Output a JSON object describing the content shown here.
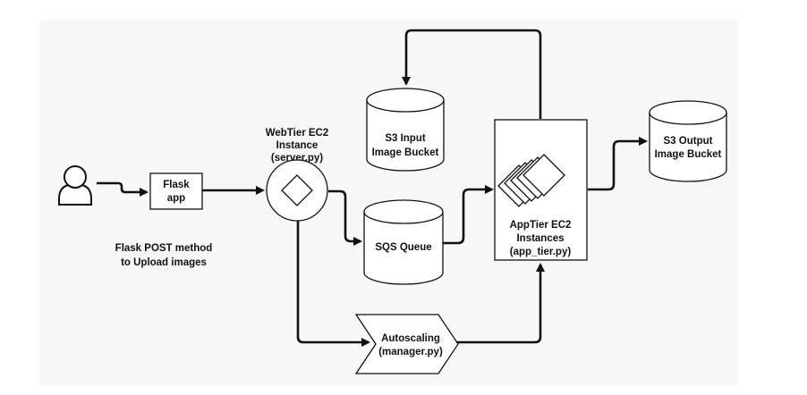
{
  "nodes": {
    "user": {
      "icon": "user-icon"
    },
    "flask_app": {
      "label_line1": "Flask",
      "label_line2": "app"
    },
    "flask_note": {
      "line1": "Flask POST method",
      "line2": "to Upload images"
    },
    "webtier": {
      "line1": "WebTier EC2",
      "line2": "Instance",
      "line3": "(server.py)"
    },
    "s3_input": {
      "line1": "S3 Input",
      "line2": "Image Bucket"
    },
    "sqs": {
      "label": "SQS Queue"
    },
    "apptier": {
      "line1": "AppTier EC2",
      "line2": "Instances",
      "line3": "(app_tier.py)"
    },
    "s3_output": {
      "line1": "S3 Output",
      "line2": "Image Bucket"
    },
    "autoscaling": {
      "line1": "Autoscaling",
      "line2": "(manager.py)"
    }
  },
  "colors": {
    "stroke": "#111111",
    "fill": "#ffffff",
    "background": "#f7f7f7"
  }
}
